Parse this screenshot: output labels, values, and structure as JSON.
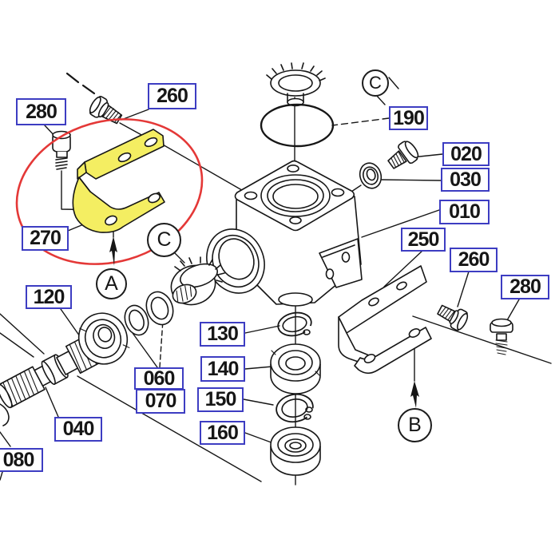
{
  "diagram": {
    "kind": "exploded-parts-diagram",
    "colors": {
      "label_border": "#3d3dc2",
      "line": "#161616",
      "highlight_outline": "#e43837",
      "highlight_fill": "#f4ee62"
    },
    "part_labels": {
      "tl280": "280",
      "tl260": "260",
      "p270": "270",
      "p190": "190",
      "p020": "020",
      "p030": "030",
      "p010": "010",
      "p250": "250",
      "br260": "260",
      "br280": "280",
      "p120": "120",
      "p130": "130",
      "p140": "140",
      "p060": "060",
      "p070": "070",
      "p040": "040",
      "p080": "080",
      "p150": "150",
      "p160": "160"
    },
    "view_refs": {
      "a": "A",
      "b": "B",
      "c_mid": "C",
      "c_top": "C"
    }
  }
}
